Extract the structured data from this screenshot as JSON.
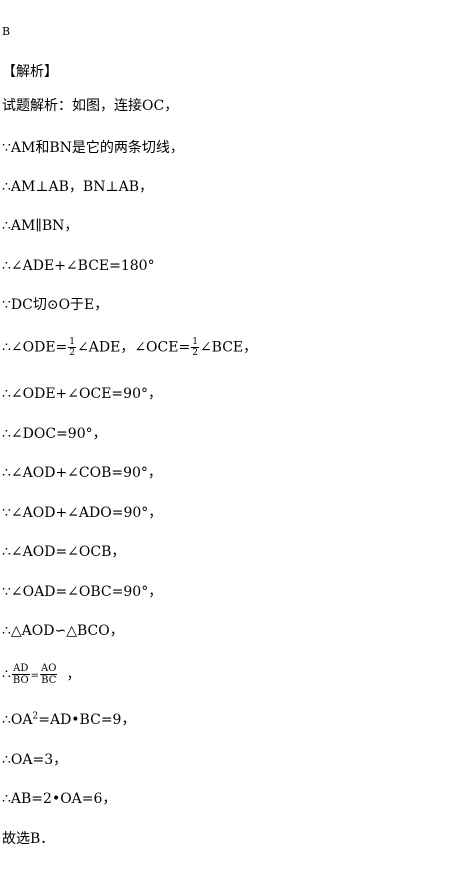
{
  "answer_letter": "B",
  "section_title": "【解析】",
  "lines": [
    "试题解析：如图，连接OC，",
    "∵AM和BN是它的两条切线，",
    "∴AM⊥AB，BN⊥AB，",
    "∴AM∥BN，",
    "∴∠ADE+∠BCE=180°",
    "∵DC切⊙O于E，",
    "",
    "∴∠ODE+∠OCE=90°，",
    "∴∠DOC=90°，",
    "∴∠AOD+∠COB=90°，",
    "∵∠AOD+∠ADO=90°，",
    "∴∠AOD=∠OCB，",
    "∵∠OAD=∠OBC=90°，",
    "∴△AOD∽△BCO，",
    "",
    "",
    "∴OA=3，",
    "∴AB=2•OA=6，",
    "故选B．"
  ],
  "half_line": {
    "prefix": "∴∠ODE=",
    "frac1_num": "1",
    "frac1_den": "2",
    "middle": "∠ADE，∠OCE=",
    "frac2_num": "1",
    "frac2_den": "2",
    "suffix": "∠BCE，"
  },
  "ratio_line": {
    "prefix": "∴",
    "frac1_num": "AD",
    "frac1_den": "BO",
    "equals": "=",
    "frac2_num": "AO",
    "frac2_den": "BC",
    "suffix": "，"
  },
  "square_line": {
    "prefix": "∴OA",
    "exponent": "2",
    "suffix": "=AD•BC=9，"
  }
}
